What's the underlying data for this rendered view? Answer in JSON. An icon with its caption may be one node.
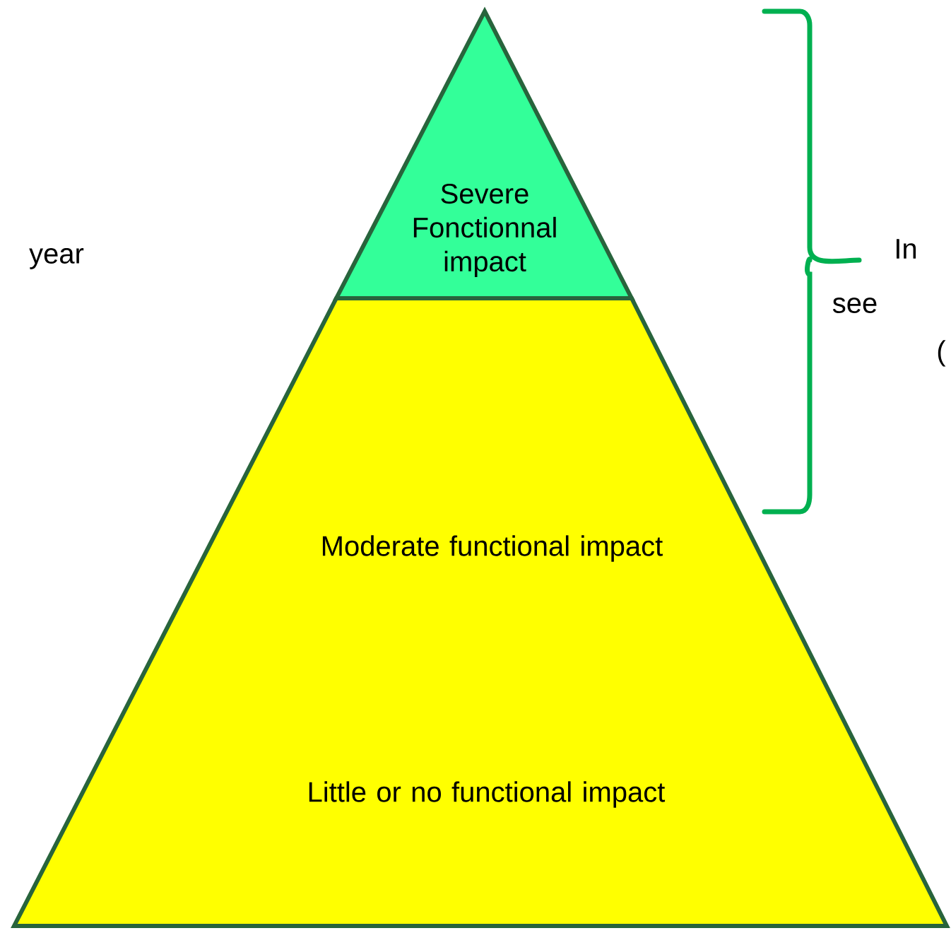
{
  "diagram": {
    "nodes": [
      {
        "text": [
          "Severe Fonctionnal impact"
        ]
      },
      {
        "text": [
          "Moderate functional impact",
          "Little or no functional impact"
        ]
      }
    ],
    "labels": [
      "year",
      "In",
      "see",
      "("
    ]
  }
}
